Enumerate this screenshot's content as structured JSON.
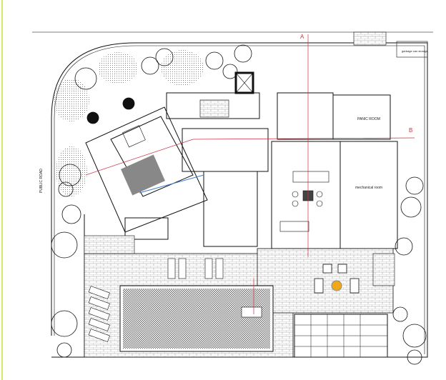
{
  "plan": {
    "labels": {
      "road": "PUBLIC ROAD",
      "panic_room": "PANIC ROOM",
      "mechanical_room": "mechanical room",
      "garbage": "garbage can storage",
      "section_a": "A",
      "section_b": "B"
    },
    "colors": {
      "section_line": "#d03040",
      "glass_line": "#3a7fd0",
      "fire_pit": "#f0a818",
      "edge_line": "#d8e86a"
    }
  }
}
